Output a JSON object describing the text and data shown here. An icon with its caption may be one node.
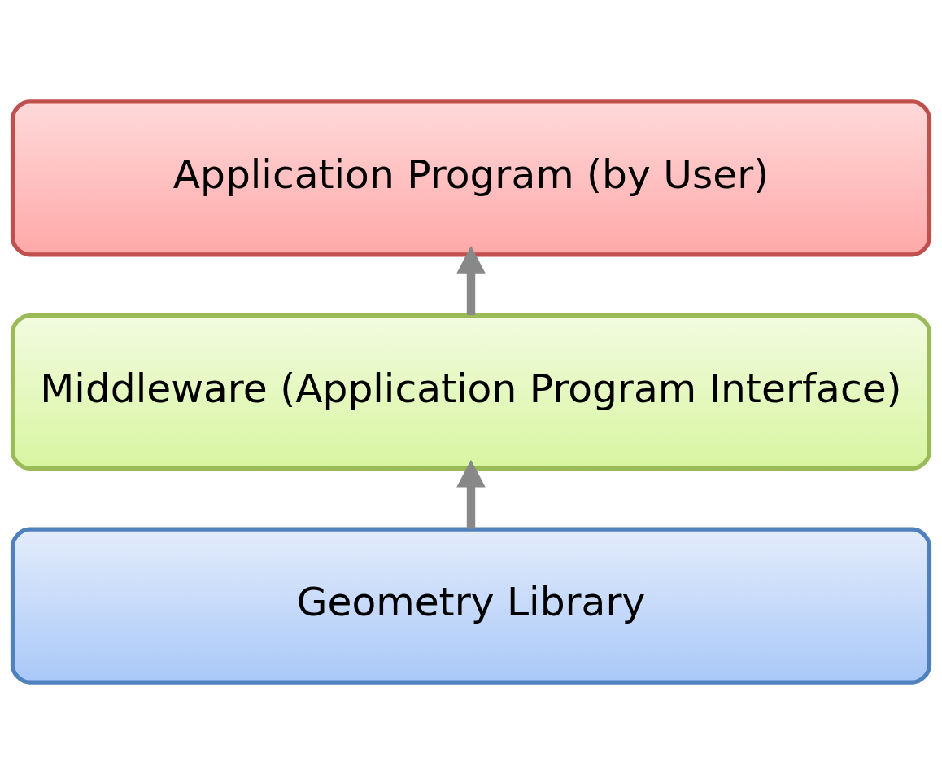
{
  "diagram": {
    "nodes": [
      {
        "text": [
          "Application Program (by User)"
        ]
      },
      {
        "text": [
          "Middleware (Application Program Interface)"
        ]
      },
      {
        "text": [
          "Geometry Library"
        ]
      }
    ],
    "edges": [
      {
        "from": 2,
        "to": 1,
        "arrow": "to"
      },
      {
        "from": 1,
        "to": 0,
        "arrow": "to"
      }
    ]
  }
}
